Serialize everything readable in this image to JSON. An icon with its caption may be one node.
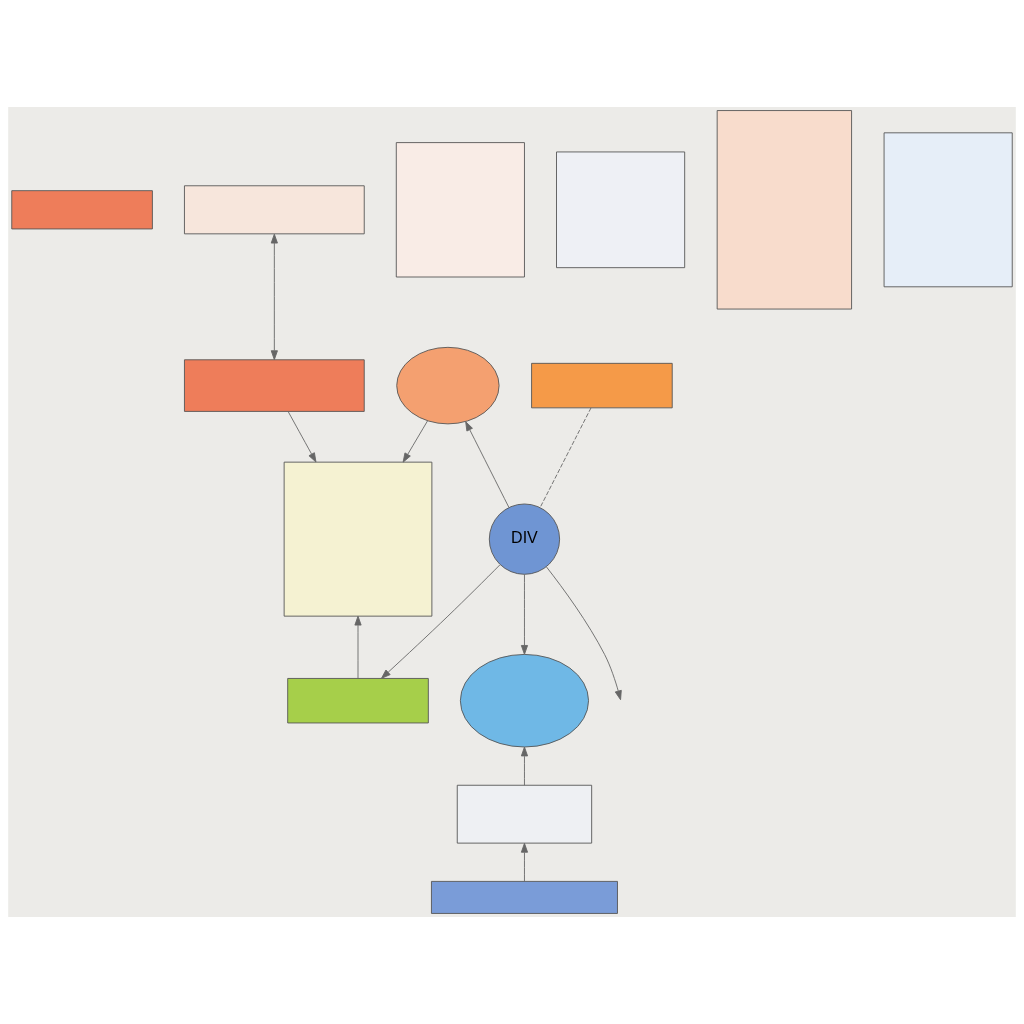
{
  "diagram": {
    "nodes": [
      {
        "text": [],
        "shape": "box"
      },
      {
        "text": [],
        "shape": "box"
      },
      {
        "text": [],
        "shape": "box"
      },
      {
        "text": [],
        "shape": "box"
      },
      {
        "text": [],
        "shape": "circle"
      },
      {
        "text": [],
        "shape": "box"
      },
      {
        "text": [],
        "shape": "box"
      },
      {
        "text": [
          "DIV"
        ]
      },
      {
        "text": [],
        "shape": "box"
      },
      {
        "text": [],
        "shape": "box"
      },
      {
        "text": [],
        "shape": "box"
      },
      {
        "text": [],
        "shape": "circle"
      },
      {
        "text": [],
        "shape": "box"
      },
      {
        "text": [],
        "shape": "box"
      },
      {
        "text": [],
        "shape": "box"
      }
    ],
    "edges": [
      {
        "from": 1,
        "to": 2,
        "arrow": "both"
      },
      {
        "from": 2,
        "to": 5,
        "arrow": "to"
      },
      {
        "from": 4,
        "to": 5,
        "arrow": "to"
      },
      {
        "from": 7,
        "to": 4,
        "arrow": "to"
      },
      {
        "from": 6,
        "to": 7,
        "arrow": "none",
        "style": "dashed"
      },
      {
        "from": 7,
        "to": 8,
        "arrow": "to"
      },
      {
        "from": 7,
        "to": null,
        "arrow": "to"
      },
      {
        "from": 7,
        "to": 11,
        "arrow": "to"
      },
      {
        "from": 8,
        "to": 5,
        "arrow": "to"
      },
      {
        "from": 13,
        "to": 11,
        "arrow": "to"
      },
      {
        "from": 14,
        "to": 13,
        "arrow": "to"
      }
    ]
  }
}
